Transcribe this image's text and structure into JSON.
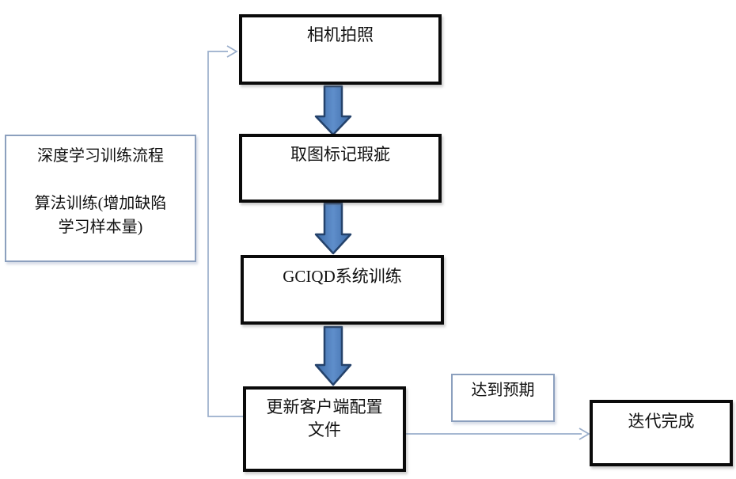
{
  "diagram": {
    "note": {
      "line1": "深度学习训练流程",
      "line2": "算法训练(增加缺陷",
      "line3": "学习样本量)"
    },
    "steps": [
      {
        "label": "相机拍照"
      },
      {
        "label": "取图标记瑕疵"
      },
      {
        "label": "GCIQD系统训练"
      },
      {
        "label": "更新客户端配置",
        "label2": "文件"
      }
    ],
    "branch_label": "达到预期",
    "end_label": "迭代完成",
    "colors": {
      "background": "#ffffff",
      "text": "#111111",
      "step_border": "#0a0a0a",
      "note_border": "#8ca0be",
      "block_arrow_fill": "#4a7ebb",
      "block_arrow_stroke": "#24426b",
      "connector_line": "#9aaecb"
    }
  }
}
